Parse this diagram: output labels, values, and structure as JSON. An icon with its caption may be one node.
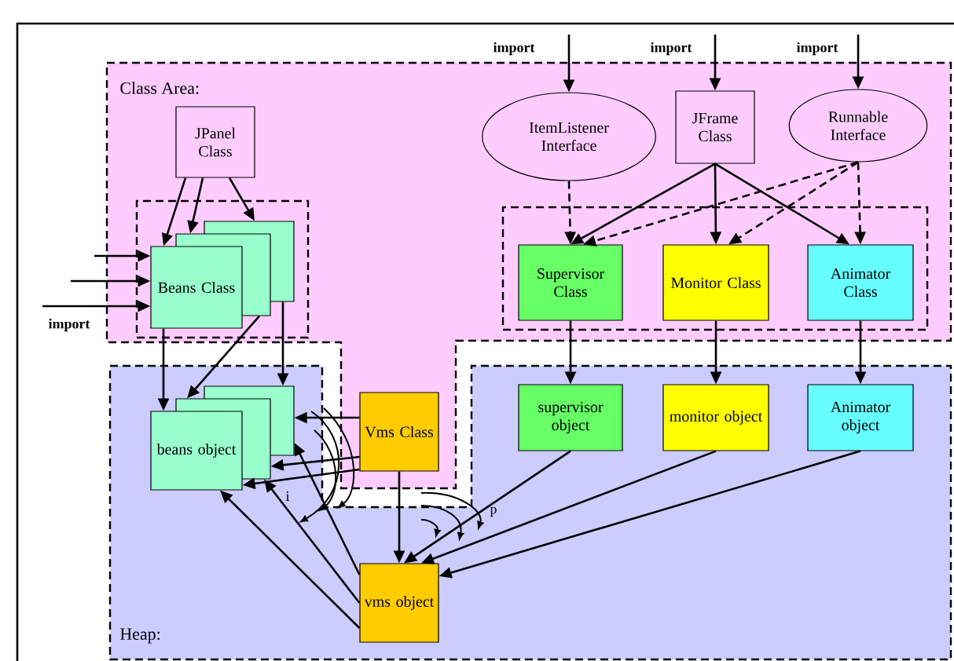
{
  "diagram": {
    "nodes": [
      {
        "text": [
          "Class Area:"
        ]
      },
      {
        "text": [
          "JPanel Class"
        ],
        "in": 0
      },
      {
        "text": [
          "ItemListener Interface"
        ],
        "in": 0
      },
      {
        "text": [
          "JFrame Class"
        ],
        "in": 0
      },
      {
        "text": [
          "Runnable Interface"
        ],
        "in": 0
      },
      {
        "text": [],
        "shape": "box",
        "in": 0
      },
      {
        "text": [],
        "shape": "box",
        "in": 5
      },
      {
        "text": [],
        "shape": "box",
        "in": 5
      },
      {
        "text": [
          "Beans Class"
        ],
        "in": 5
      },
      {
        "text": [],
        "shape": "box",
        "in": 0
      },
      {
        "text": [
          "Supervisor Class"
        ],
        "in": 9
      },
      {
        "text": [
          "Monitor Class"
        ],
        "in": 9
      },
      {
        "text": [
          "Animator Class"
        ],
        "in": 9
      },
      {
        "text": [
          "Vms Class"
        ],
        "in": 0
      },
      {
        "text": [
          "Heap:"
        ]
      },
      {
        "text": [],
        "shape": "box",
        "in": 14
      },
      {
        "text": [],
        "shape": "box",
        "in": 14
      },
      {
        "text": [
          "beans object"
        ],
        "in": 14
      },
      {
        "text": [
          "supervisor object"
        ],
        "in": 14
      },
      {
        "text": [
          "monitor object"
        ],
        "in": 14
      },
      {
        "text": [
          "Animator object"
        ],
        "in": 14
      },
      {
        "text": [
          "vms object"
        ],
        "in": 14
      }
    ],
    "edges": [
      {
        "from": null,
        "to": 2,
        "arrow": "to",
        "label": "import"
      },
      {
        "from": null,
        "to": 3,
        "arrow": "to",
        "label": "import"
      },
      {
        "from": null,
        "to": 4,
        "arrow": "to",
        "label": "import"
      },
      {
        "from": null,
        "to": 8,
        "arrow": "to"
      },
      {
        "from": null,
        "to": 8,
        "arrow": "to"
      },
      {
        "from": null,
        "to": 8,
        "arrow": "to",
        "label": "import"
      },
      {
        "from": 1,
        "to": 6,
        "arrow": "to"
      },
      {
        "from": 1,
        "to": 7,
        "arrow": "to"
      },
      {
        "from": 1,
        "to": 8,
        "arrow": "to"
      },
      {
        "from": 2,
        "to": 10,
        "arrow": "to",
        "style": "dashed"
      },
      {
        "from": 3,
        "to": 10,
        "arrow": "to"
      },
      {
        "from": 3,
        "to": 11,
        "arrow": "to"
      },
      {
        "from": 3,
        "to": 12,
        "arrow": "to"
      },
      {
        "from": 4,
        "to": 10,
        "arrow": "to",
        "style": "dashed"
      },
      {
        "from": 4,
        "to": 11,
        "arrow": "to",
        "style": "dashed"
      },
      {
        "from": 4,
        "to": 12,
        "arrow": "to",
        "style": "dashed"
      },
      {
        "from": 6,
        "to": 15,
        "arrow": "to"
      },
      {
        "from": 7,
        "to": 16,
        "arrow": "to"
      },
      {
        "from": 8,
        "to": 17,
        "arrow": "to"
      },
      {
        "from": 10,
        "to": 18,
        "arrow": "to"
      },
      {
        "from": 11,
        "to": 19,
        "arrow": "to"
      },
      {
        "from": 12,
        "to": 20,
        "arrow": "to"
      },
      {
        "from": 13,
        "to": 15,
        "arrow": "to"
      },
      {
        "from": 13,
        "to": 16,
        "arrow": "to"
      },
      {
        "from": 13,
        "to": 17,
        "arrow": "to"
      },
      {
        "from": 13,
        "to": 21,
        "arrow": "to"
      },
      {
        "from": 18,
        "to": 21,
        "arrow": "to"
      },
      {
        "from": 19,
        "to": 21,
        "arrow": "to"
      },
      {
        "from": 20,
        "to": 21,
        "arrow": "to"
      },
      {
        "from": 21,
        "to": 15,
        "arrow": "to"
      },
      {
        "from": 21,
        "to": 16,
        "arrow": "to"
      },
      {
        "from": 21,
        "to": 17,
        "arrow": "to"
      }
    ],
    "labels": [
      "i",
      "p"
    ]
  }
}
